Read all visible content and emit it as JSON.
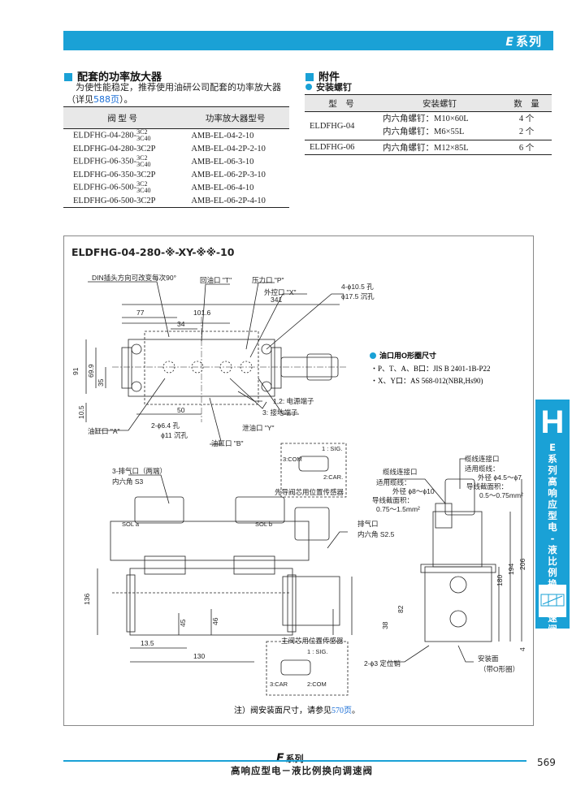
{
  "header": {
    "logo": "E",
    "series": "系列"
  },
  "amplifier": {
    "title": "配套的功率放大器",
    "desc": "为使性能稳定，推荐使用油研公司配套的功率放大器",
    "desc2_prefix": "（详见",
    "desc2_page": "588页",
    "desc2_suffix": "）。",
    "columns": [
      "阀 型 号",
      "功率放大器型号"
    ],
    "rows": [
      {
        "valve": "ELDFHG-04-280-",
        "sup1": "3C2",
        "sup2": "3C40",
        "amp": "AMB-EL-04-2-10"
      },
      {
        "valve": "ELDFHG-04-280-3C2P",
        "sup1": "",
        "sup2": "",
        "amp": "AMB-EL-04-2P-2-10"
      },
      {
        "valve": "ELDFHG-06-350-",
        "sup1": "3C2",
        "sup2": "3C40",
        "amp": "AMB-EL-06-3-10"
      },
      {
        "valve": "ELDFHG-06-350-3C2P",
        "sup1": "",
        "sup2": "",
        "amp": "AMB-EL-06-2P-3-10"
      },
      {
        "valve": "ELDFHG-06-500-",
        "sup1": "3C2",
        "sup2": "3C40",
        "amp": "AMB-EL-06-4-10"
      },
      {
        "valve": "ELDFHG-06-500-3C2P",
        "sup1": "",
        "sup2": "",
        "amp": "AMB-EL-06-2P-4-10"
      }
    ]
  },
  "accessory": {
    "title": "附件",
    "subtitle": "安装螺钉",
    "columns": [
      "型　号",
      "安装螺钉",
      "数　量"
    ],
    "rows": [
      {
        "model": "ELDFHG-04",
        "screws": [
          "内六角螺钉：M10×60L",
          "内六角螺钉：M6×55L"
        ],
        "qty": [
          "4 个",
          "2 个"
        ]
      },
      {
        "model": "ELDFHG-06",
        "screws": [
          "内六角螺钉：M12×85L"
        ],
        "qty": [
          "6 个"
        ]
      }
    ]
  },
  "drawing": {
    "title": "ELDFHG-04-280-※-XY-※※-10",
    "labels": {
      "din": "DIN插头方向可改变每次90°",
      "port_t": "回油口 \"T\"",
      "port_p": "压力口 \"P\"",
      "port_x": "外控口 \"X\"",
      "holes": "4-ϕ10.5 孔",
      "counterbore": "ϕ17.5 沉孔",
      "oring_title": "油口用O形圈尺寸",
      "oring1": "・P、T、A、B口：JIS B 2401-1B-P22",
      "oring2": "・X、Y口：AS 568-012(NBR,Hs90)",
      "power": "1,2: 电源端子",
      "ground": "3: 接地端子",
      "port_y": "泄油口 \"Y\"",
      "port_a": "油缸口 \"A\"",
      "port_b": "油缸口 \"B\"",
      "pin_hole": "2-ϕ6.4 孔",
      "pin_cb": "ϕ11 沉孔",
      "bleed": "3-排气口（两端）",
      "hex_s3": "内六角 S3",
      "sol_a": "SOL a",
      "sol_b": "SOL b",
      "sig": "1 : SIG.",
      "com3": "3:COM",
      "car2": "2:CAR.",
      "pilot_sensor": "先导阀芯用位置传感器",
      "main_sensor": "主阀芯用位置传感器",
      "car3": "3:CAR",
      "com2": "2:COM",
      "cable1": "缆线连接口",
      "cable_fit1": "适用缆线：",
      "cable_od1": "外径 ϕ8～ϕ10",
      "cable_area1": "导线截面积：",
      "cable_area1v": "0.75～1.5mm²",
      "cable2": "缆线连接口",
      "cable_fit2": "适用缆线：",
      "cable_od2": "外径 ϕ4.5～ϕ7",
      "cable_area2": "导线截面积：",
      "cable_area2v": "0.5～0.75mm²",
      "vent": "排气口",
      "hex_s25": "内六角 S2.5",
      "locating_pin": "2-ϕ3 定位销",
      "mount_face": "安装面",
      "with_oring": "（带O形圈）",
      "note_prefix": "注）阀安装面尺寸，请参见",
      "note_page": "570页",
      "note_suffix": "。"
    },
    "dims": [
      "341",
      "77",
      "101.6",
      "34",
      "91",
      "69.9",
      "35",
      "10.5",
      "50",
      "136",
      "45",
      "46",
      "13.5",
      "130",
      "82",
      "38",
      "180",
      "194",
      "206",
      "4"
    ]
  },
  "sidetab": {
    "letter": "H",
    "text": [
      "E",
      "系",
      "列",
      "高",
      "响",
      "应",
      "型",
      "电",
      "-",
      "液",
      "比",
      "例",
      "换",
      "向",
      "调",
      "速",
      "阀"
    ]
  },
  "footer": {
    "series": "系列",
    "title": "高响应型电－液比例换向调速阀",
    "page": "569"
  }
}
